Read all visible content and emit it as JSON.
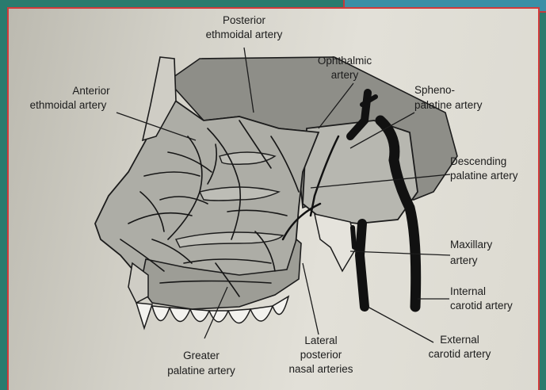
{
  "labels": {
    "posterior_ethmoidal": [
      "Posterior",
      "ethmoidal artery"
    ],
    "ophthalmic": [
      "Ophthalmic",
      "artery"
    ],
    "anterior_ethmoidal": [
      "Anterior",
      "ethmoidal artery"
    ],
    "sphenopalatine": [
      "Spheno-",
      "palatine artery"
    ],
    "descending_palatine": [
      "Descending",
      "palatine artery"
    ],
    "maxillary": [
      "Maxillary",
      "artery"
    ],
    "internal_carotid": [
      "Internal",
      "carotid artery"
    ],
    "external_carotid": [
      "External",
      "carotid artery"
    ],
    "lateral_posterior_nasal": [
      "Lateral",
      "posterior",
      "nasal arteries"
    ],
    "greater_palatine": [
      "Greater",
      "palatine artery"
    ]
  },
  "colors": {
    "background": "#2a7b6e",
    "frame_border": "#d23a3a",
    "page": "#dcdad1",
    "bone": "#8c8c86",
    "artery": "#161616"
  }
}
